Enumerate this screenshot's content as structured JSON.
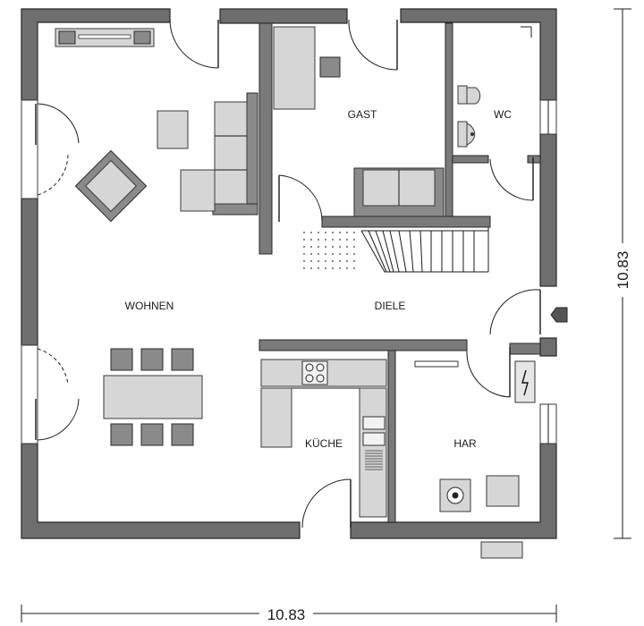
{
  "plan": {
    "rooms": {
      "wohnen": "WOHNEN",
      "gast": "GAST",
      "wc": "WC",
      "diele": "DIELE",
      "kueche": "KÜCHE",
      "har": "HAR"
    },
    "dimensions": {
      "width": "10.83",
      "depth": "10.83"
    }
  },
  "colors": {
    "wall": "#6e6e6e",
    "furniture": "#d6d6d6",
    "outline": "#262626"
  }
}
